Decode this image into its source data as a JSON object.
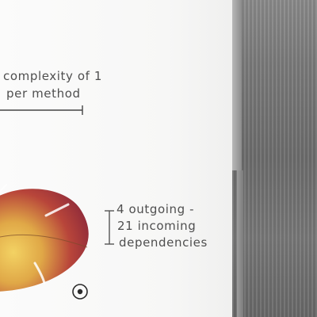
{
  "note_top": {
    "line1": "complexity of 1",
    "line2": "per method"
  },
  "note_side": {
    "line1": "4 outgoing -",
    "line2": "21 incoming",
    "line3": "dependencies"
  },
  "colors": {
    "leaf_dark": "#8e2a3a",
    "leaf_mid": "#c2523a",
    "leaf_light": "#e8b54a",
    "ink": "#4f4f4f"
  },
  "icons": [
    "target-icon"
  ]
}
